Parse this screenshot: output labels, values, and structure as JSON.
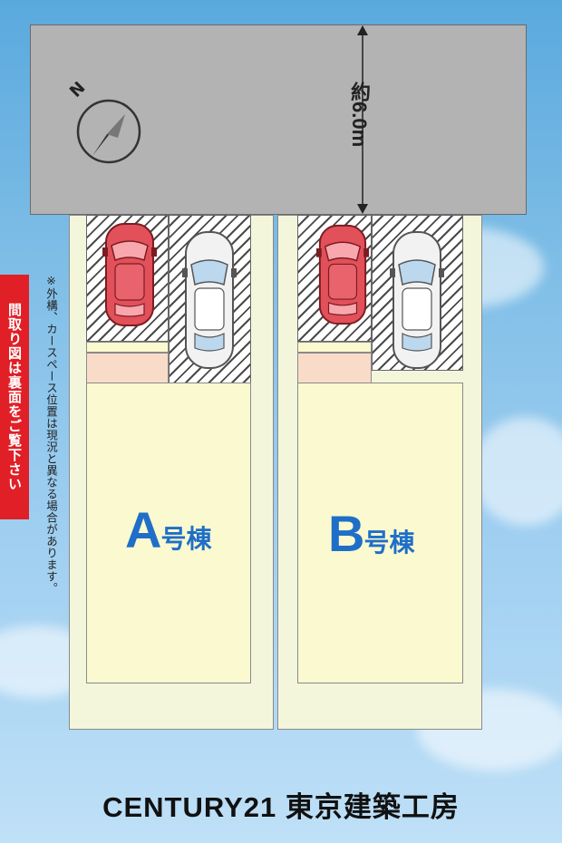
{
  "road": {
    "width_label": "約6.0m"
  },
  "compass": {
    "north_letter": "N"
  },
  "buildings": [
    {
      "letter": "A",
      "suffix": "号棟"
    },
    {
      "letter": "B",
      "suffix": "号棟"
    }
  ],
  "sidebar": {
    "floorplan_notice": "間取り図は裏面をご覧下さい"
  },
  "note": {
    "text": "※外構、カースペース位置は現況と異なる場合があります。"
  },
  "footer": {
    "company": "CENTURY21 東京建築工房"
  },
  "colors": {
    "road": "#b3b3b3",
    "lot": "#f4f6dc",
    "building": "#fbf9cf",
    "entry": "#f8dcc8",
    "label_blue": "#1f6fc8",
    "notice_red": "#e11f26",
    "car_red": "#e2505a",
    "car_white": "#f2f2f2"
  }
}
